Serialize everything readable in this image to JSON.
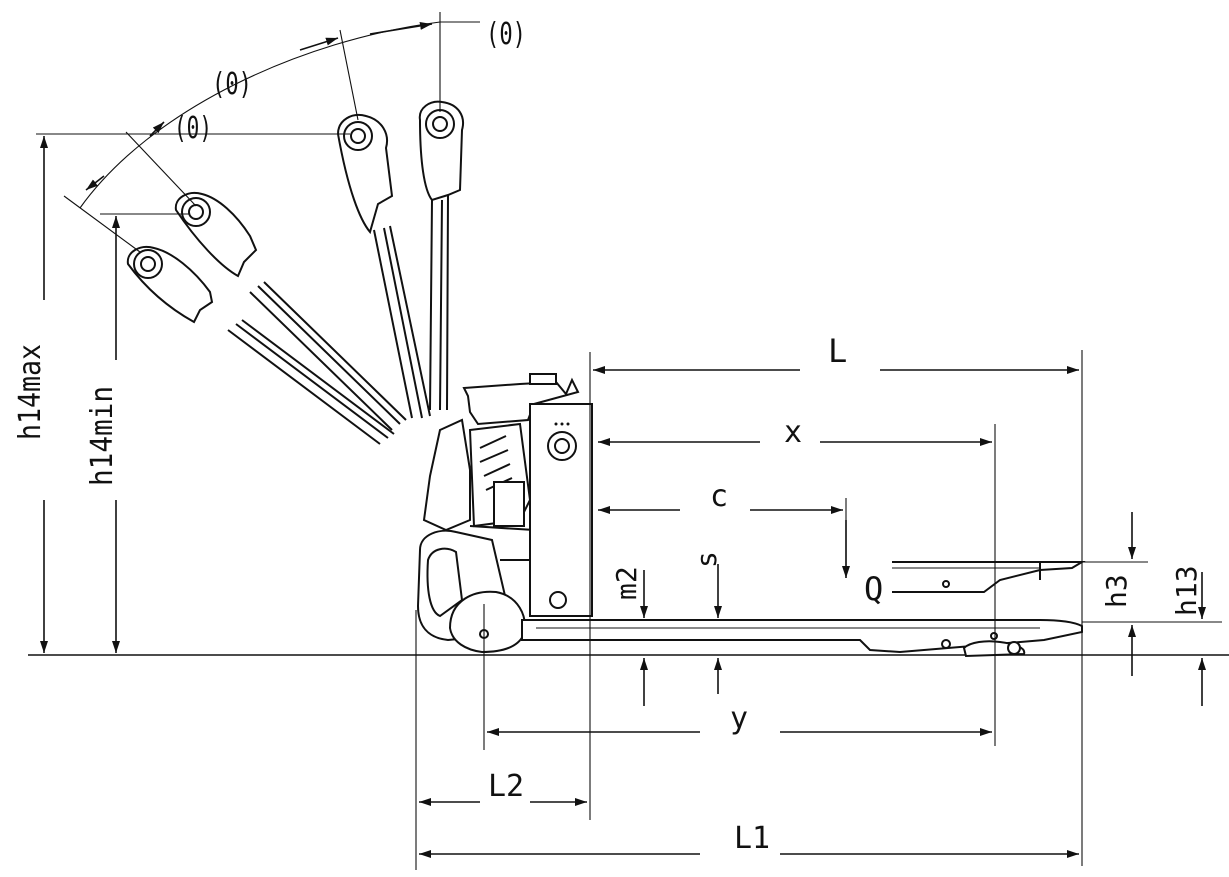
{
  "labels": {
    "L": "L",
    "x": "x",
    "c": "c",
    "s": "s",
    "m2": "m2",
    "Q": "Q",
    "h3": "h3",
    "h13": "h13",
    "y": "y",
    "L2": "L2",
    "L1": "L1",
    "h14max": "h14max",
    "h14min": "h14min",
    "angle_top": "(0)",
    "angle_mid": "(0)",
    "angle_low": "(0)"
  }
}
